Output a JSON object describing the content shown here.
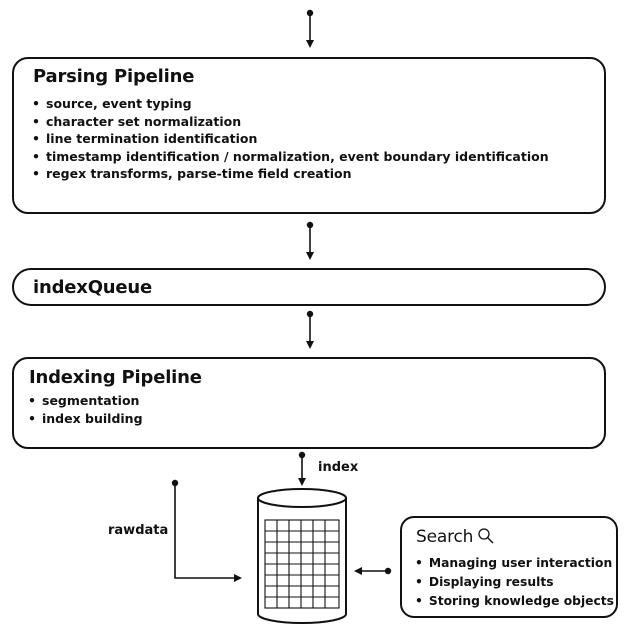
{
  "parsing": {
    "title": "Parsing Pipeline",
    "items": [
      "source, event typing",
      "character set normalization",
      "line termination identification",
      "timestamp identification / normalization, event boundary identification",
      "regex transforms, parse-time field creation"
    ]
  },
  "queue": {
    "title": "indexQueue"
  },
  "indexing": {
    "title": "Indexing Pipeline",
    "items": [
      "segmentation",
      "index building"
    ]
  },
  "labels": {
    "index": "index",
    "rawdata": "rawdata"
  },
  "search": {
    "title": "Search",
    "icon": "magnifier-icon",
    "items": [
      "Managing user interaction",
      "Displaying results",
      "Storing knowledge objects"
    ]
  }
}
